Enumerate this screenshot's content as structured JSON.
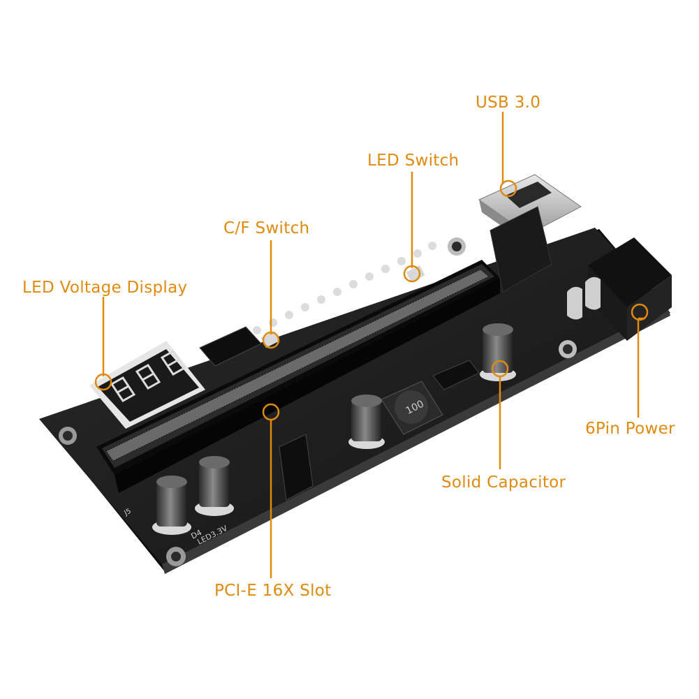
{
  "callouts": {
    "usb": "USB 3.0",
    "led_switch": "LED Switch",
    "cf_switch": "C/F Switch",
    "led_voltage_display": "LED Voltage Display",
    "power_6pin": "6Pin Power",
    "solid_capacitor": "Solid Capacitor",
    "pcie_slot": "PCI-E 16X Slot"
  },
  "board_markings": {
    "inductor": "100",
    "led_label": "LED3.3V",
    "d4": "D4",
    "j5": "J5"
  },
  "colors": {
    "callout": "#e08a10",
    "board": "#1b1b1b",
    "background": "#ffffff"
  }
}
